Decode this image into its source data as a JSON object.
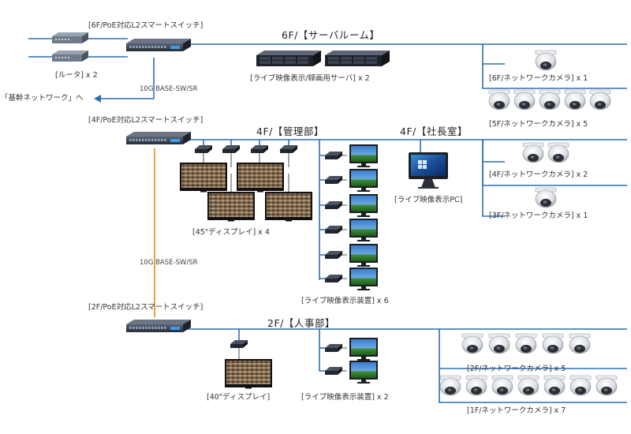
{
  "labels": {
    "switch_6f": "[6F/PoE対応L2スマートスイッチ]",
    "router": "[ルータ] x 2",
    "uplink": "10G BASE-SW/SR",
    "backbone": "「基幹ネットワーク」へ",
    "floor_6f": "6F/【サーバルーム】",
    "servers": "[ライブ映像表示/録画用サーバ] x 2",
    "cam_6f": "[6F/ネットワークカメラ] x 1",
    "cam_5f": "[5F/ネットワークカメラ] x 5",
    "switch_4f": "[4F/PoE対応L2スマートスイッチ]",
    "floor_4f_mgmt": "4F/【管理部】",
    "floor_4f_pres": "4F/【社長室】",
    "pc": "[ライブ映像表示PC]",
    "cam_4f": "[4F/ネットワークカメラ] x 2",
    "cam_3f": "[3F/ネットワークカメラ] x 1",
    "display_45": "[45\"ディスプレイ] x 4",
    "link_10g_2": "10G BASE-SW/SR",
    "viewers_4f": "[ライブ映像表示装置] x 6",
    "switch_2f": "[2F/PoE対応L2スマートスイッチ]",
    "floor_2f": "2F/【人事部】",
    "cam_2f": "[2F/ネットワークカメラ] x 5",
    "display_40": "[40\"ディスプレイ]",
    "viewers_2f": "[ライブ映像表示装置] x 2",
    "cam_1f": "[1F/ネットワークカメラ] x 7"
  },
  "colors": {
    "network_line": "#2e6fb0",
    "fiber_line": "#f0a33c",
    "arrow": "#2e6fb0",
    "device_dark": "#2b3440",
    "switch_body": "#3a4352"
  }
}
